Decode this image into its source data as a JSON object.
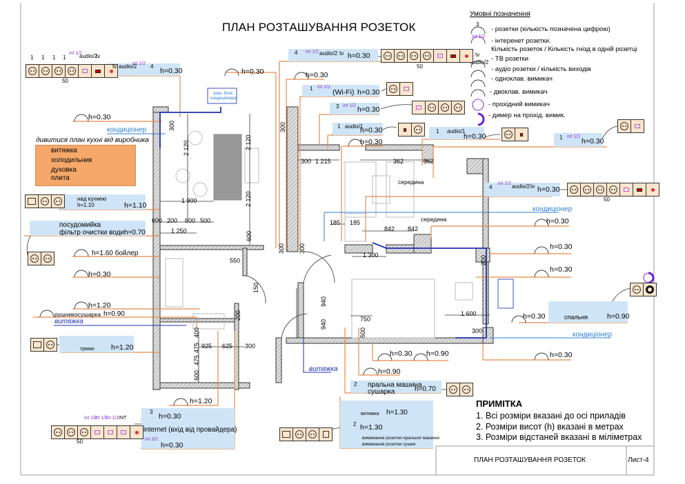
{
  "title": "ПЛАН РОЗТАШУВАННЯ РОЗЕТОК",
  "legend": {
    "title": "Умовні позначення",
    "items": [
      {
        "symbol": "socket-icon",
        "count_label": "3",
        "text": "- розетки (кількість позначена цифрою)"
      },
      {
        "symbol": "internet-socket-icon",
        "count_label": "int 1/2",
        "text": "- інтеренет розетки."
      },
      {
        "symbol": "",
        "count_label": "",
        "text": "Кількість розеток / Кількість гнізд в одній розетці"
      },
      {
        "symbol": "tv-socket-icon",
        "count_label": "tv",
        "text": "- ТВ розетки"
      },
      {
        "symbol": "audio-socket-icon",
        "count_label": "audio/2",
        "text": "- аудіо розетки / кількість виходів"
      },
      {
        "symbol": "single-switch-icon",
        "count_label": "",
        "text": "- одноклав. вимикач"
      },
      {
        "symbol": "double-switch-icon",
        "count_label": "",
        "text": "- двоклав. вимикач"
      },
      {
        "symbol": "pass-through-switch-icon",
        "count_label": "",
        "text": "- прохідний вимикач"
      },
      {
        "symbol": "dimmer-icon",
        "count_label": "",
        "text": "- димер на прохід. вимик."
      }
    ]
  },
  "colors": {
    "socket_line": "#e8894a",
    "ac_line": "#2a7fd0",
    "hood_line": "#1d2fb0",
    "internet": "#8a3ccf",
    "label_bg": "#cfe5f7",
    "kitchen_box": "#f5a86a",
    "socket_fill": "#fbe5cc"
  },
  "labels": {
    "h030": "h=0.30",
    "h070": "h=0.70",
    "h090": "h=0.90",
    "h110": "h=1.10",
    "h120": "h=1.20",
    "h130": "h=1.30",
    "h160_boiler": "h=1.60 бойлер",
    "wifi": "(Wi-Fi)",
    "ac": "кондиціонер",
    "ac_unit": "зовн. блок кондиціонера",
    "hood": "витяжка",
    "middle": "середина",
    "bedroom": "спальня",
    "trumo": "трюмо",
    "towel": "рушникосушарка",
    "over_kitchen": "над кухнею",
    "dishwasher": "посудомийка",
    "water_filter": "фільтр очистки води",
    "washer": "пральна машина",
    "dryer": "сушарка",
    "internet_input": "internet (вхід від провайдера)",
    "washer_switch": "вимикання розетки пральної машини",
    "dryer_switch": "вимикання розетки сушки",
    "fifty": "50"
  },
  "counts": {
    "c1": "1",
    "c2": "2",
    "c3": "3",
    "c4": "4",
    "int12": "int 1/2",
    "int11": "int 1/1",
    "int32": "int 3/2",
    "INT": "INT",
    "audio1": "audio/1",
    "audio2": "audio/2",
    "tv": "tv"
  },
  "kitchen": {
    "note": "дивитися план кухні від виробника",
    "items": [
      "витяжка",
      "холодильник",
      "духовка",
      "плита"
    ]
  },
  "dimensions": {
    "d300": "300",
    "d2120": "2 120",
    "d1900": "1 900",
    "d600": "600",
    "d200": "200",
    "d500": "500",
    "d1250": "1 250",
    "d550": "550",
    "d150": "150",
    "d1215": "1 215",
    "d362": "362",
    "d185": "185",
    "d842": "842",
    "d1300": "1 300",
    "d940": "940",
    "d750": "750",
    "d1600": "1 600",
    "d400": "400",
    "d475": "475",
    "d925": "925",
    "d625": "625"
  },
  "notes": {
    "title": "ПРИМІТКА",
    "items": [
      "1. Всі розміри вказані до осі приладів",
      "2. Розміри висот (h) вказані в метрах",
      "3. Розміри відстаней вказані в міліметрах"
    ]
  },
  "stamp": {
    "name": "ПЛАН РОЗТАШУВАННЯ РОЗЕТОК",
    "sheet": "Лист-4"
  }
}
